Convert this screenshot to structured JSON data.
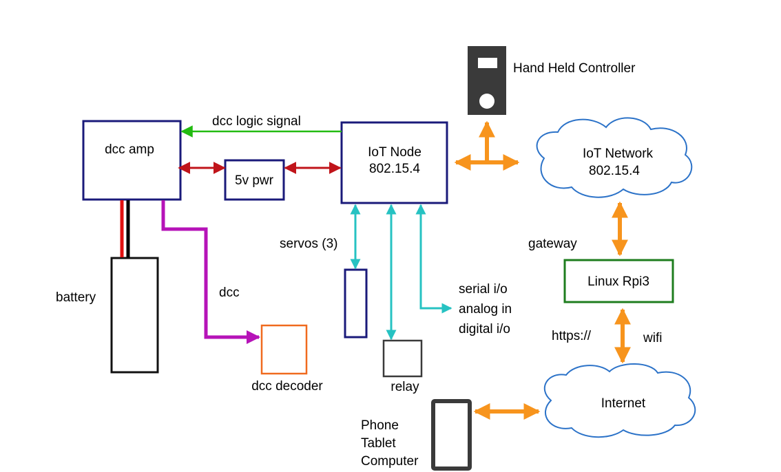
{
  "diagram": {
    "nodes": {
      "dcc_amp": "dcc amp",
      "five_v_pwr": "5v pwr",
      "iot_node": [
        "IoT Node",
        "802.15.4"
      ],
      "iot_network": [
        "IoT Network",
        "802.15.4"
      ],
      "hand_held": "Hand Held Controller",
      "linux": "Linux Rpi3",
      "internet": "Internet",
      "battery": "battery",
      "dcc_decoder": "dcc decoder",
      "relay": "relay",
      "phone": [
        "Phone",
        "Tablet",
        "Computer"
      ]
    },
    "labels": {
      "dcc_logic": "dcc logic signal",
      "dcc": "dcc",
      "servos": "servos (3)",
      "serial": [
        "serial i/o",
        "analog in",
        "digital i/o"
      ],
      "gateway": "gateway",
      "https": "https://",
      "wifi": "wifi"
    },
    "colors": {
      "box_navy": "#1a1a7a",
      "box_green": "#1e7d1e",
      "box_orange": "#f06a1e",
      "box_gray": "#3a3a3a",
      "cloud": "#2b72c8",
      "orange_arrow": "#f7941d",
      "red_arrow": "#c0141a",
      "green_arrow": "#22bb11",
      "purple_arrow": "#b613b8",
      "cyan_arrow": "#26c2c2"
    }
  }
}
